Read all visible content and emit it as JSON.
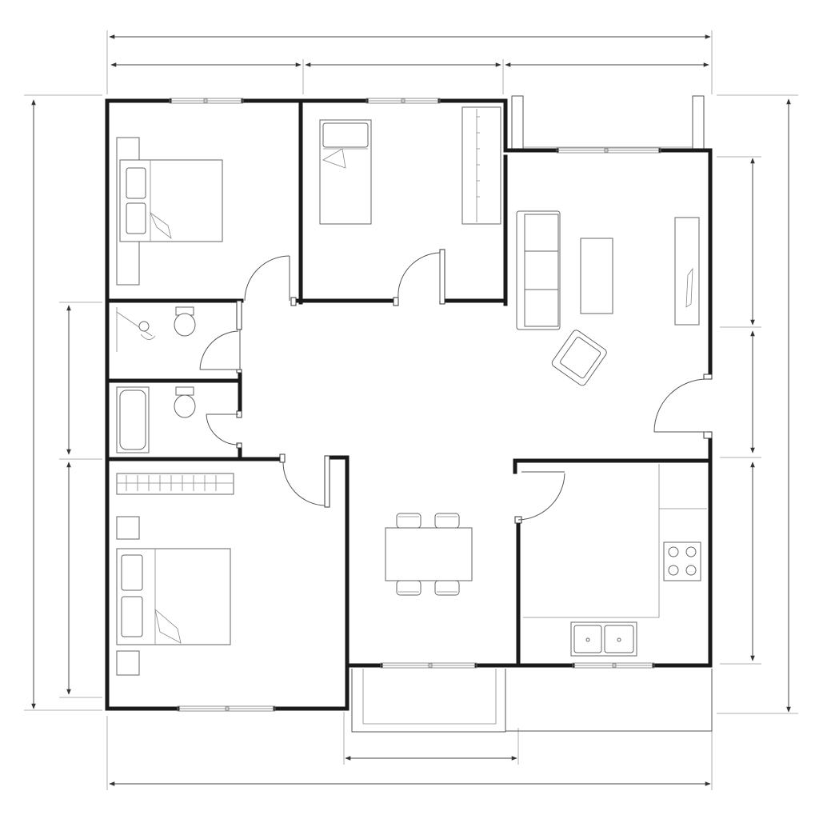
{
  "drawing": {
    "kind": "floor-plan",
    "style": "pencil line drawing",
    "colors": {
      "wall": "#1a1a1a",
      "furniture": "#666666",
      "dimension": "#444444",
      "background": "#ffffff"
    }
  },
  "rooms": [
    {
      "id": "bedroom-1",
      "furniture": [
        "double-bed",
        "nightstand",
        "nightstand"
      ]
    },
    {
      "id": "bedroom-2",
      "furniture": [
        "single-bed",
        "wardrobe"
      ]
    },
    {
      "id": "living-room",
      "furniture": [
        "sofa",
        "coffee-table",
        "armchair",
        "tv-cabinet"
      ]
    },
    {
      "id": "bathroom-1",
      "furniture": [
        "shower",
        "toilet"
      ]
    },
    {
      "id": "bathroom-2",
      "furniture": [
        "bathtub",
        "toilet"
      ]
    },
    {
      "id": "bedroom-3",
      "furniture": [
        "double-bed",
        "nightstand",
        "nightstand",
        "wardrobe"
      ]
    },
    {
      "id": "dining-area",
      "furniture": [
        "dining-table",
        "chair",
        "chair",
        "chair",
        "chair"
      ]
    },
    {
      "id": "kitchen",
      "furniture": [
        "counter",
        "cooktop",
        "double-sink"
      ]
    },
    {
      "id": "balcony-top-right",
      "furniture": []
    },
    {
      "id": "balcony-bottom",
      "furniture": []
    }
  ],
  "dimension_lines": {
    "labels_shown": false,
    "count": 14
  }
}
